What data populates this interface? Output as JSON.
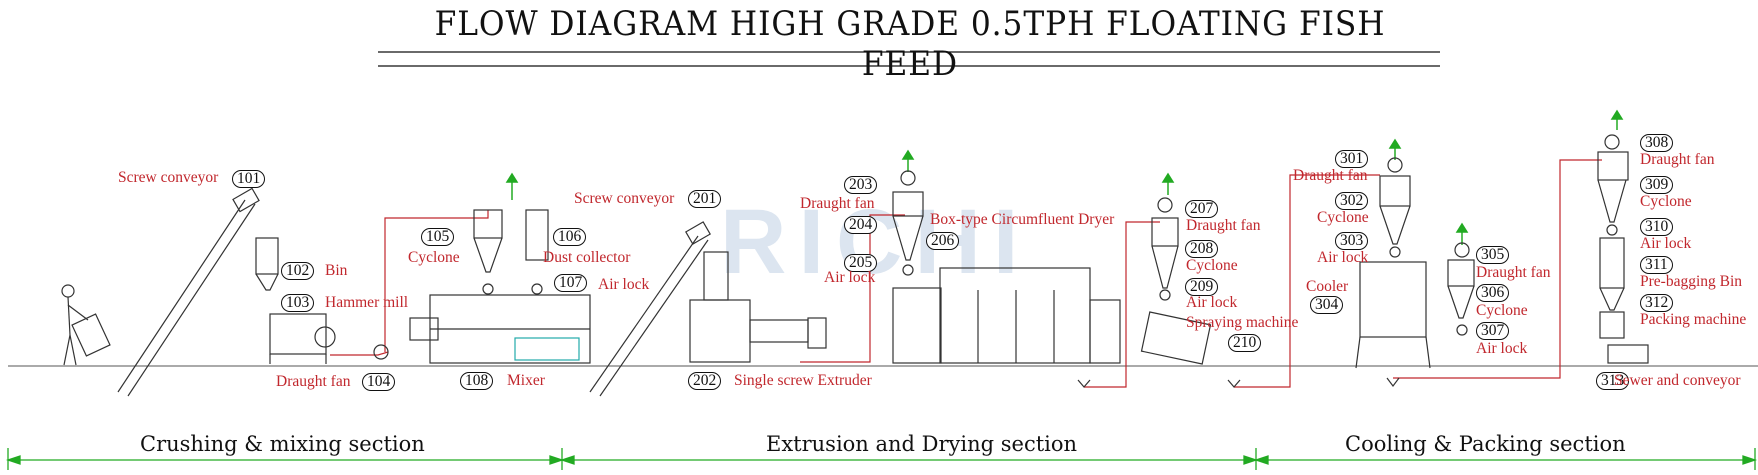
{
  "title": "FLOW DIAGRAM HIGH GRADE 0.5TPH FLOATING FISH FEED",
  "watermark": "RICHI",
  "colors": {
    "label": "#c1272d",
    "flow_line": "#c1272d",
    "section_line": "#22aa22",
    "drawing": "#333333"
  },
  "equipment": [
    {
      "num": "101",
      "label": "Screw conveyor"
    },
    {
      "num": "102",
      "label": "Bin"
    },
    {
      "num": "103",
      "label": "Hammer mill"
    },
    {
      "num": "104",
      "label": "Draught fan"
    },
    {
      "num": "105",
      "label": "Cyclone"
    },
    {
      "num": "106",
      "label": "Dust collector"
    },
    {
      "num": "107",
      "label": "Air lock"
    },
    {
      "num": "108",
      "label": "Mixer"
    },
    {
      "num": "201",
      "label": "Screw conveyor"
    },
    {
      "num": "202",
      "label": "Single screw Extruder"
    },
    {
      "num": "203",
      "label": "Draught fan"
    },
    {
      "num": "204",
      "label": ""
    },
    {
      "num": "205",
      "label": "Air lock"
    },
    {
      "num": "206",
      "label": "Box-type Circumfluent Dryer"
    },
    {
      "num": "207",
      "label": "Draught fan"
    },
    {
      "num": "208",
      "label": "Cyclone"
    },
    {
      "num": "209",
      "label": "Air lock"
    },
    {
      "num": "210",
      "label": "Spraying machine"
    },
    {
      "num": "301",
      "label": "Draught fan"
    },
    {
      "num": "302",
      "label": "Cyclone"
    },
    {
      "num": "303",
      "label": "Air lock"
    },
    {
      "num": "304",
      "label": "Cooler"
    },
    {
      "num": "305",
      "label": "Draught fan"
    },
    {
      "num": "306",
      "label": "Cyclone"
    },
    {
      "num": "307",
      "label": "Air lock"
    },
    {
      "num": "308",
      "label": "Draught fan"
    },
    {
      "num": "309",
      "label": "Cyclone"
    },
    {
      "num": "310",
      "label": "Air lock"
    },
    {
      "num": "311",
      "label": "Pre-bagging Bin"
    },
    {
      "num": "312",
      "label": "Packing machine"
    },
    {
      "num": "313",
      "label": "Sewer and conveyor"
    }
  ],
  "sections": [
    {
      "label": "Crushing & mixing section"
    },
    {
      "label": "Extrusion and Drying section"
    },
    {
      "label": "Cooling & Packing section"
    }
  ]
}
